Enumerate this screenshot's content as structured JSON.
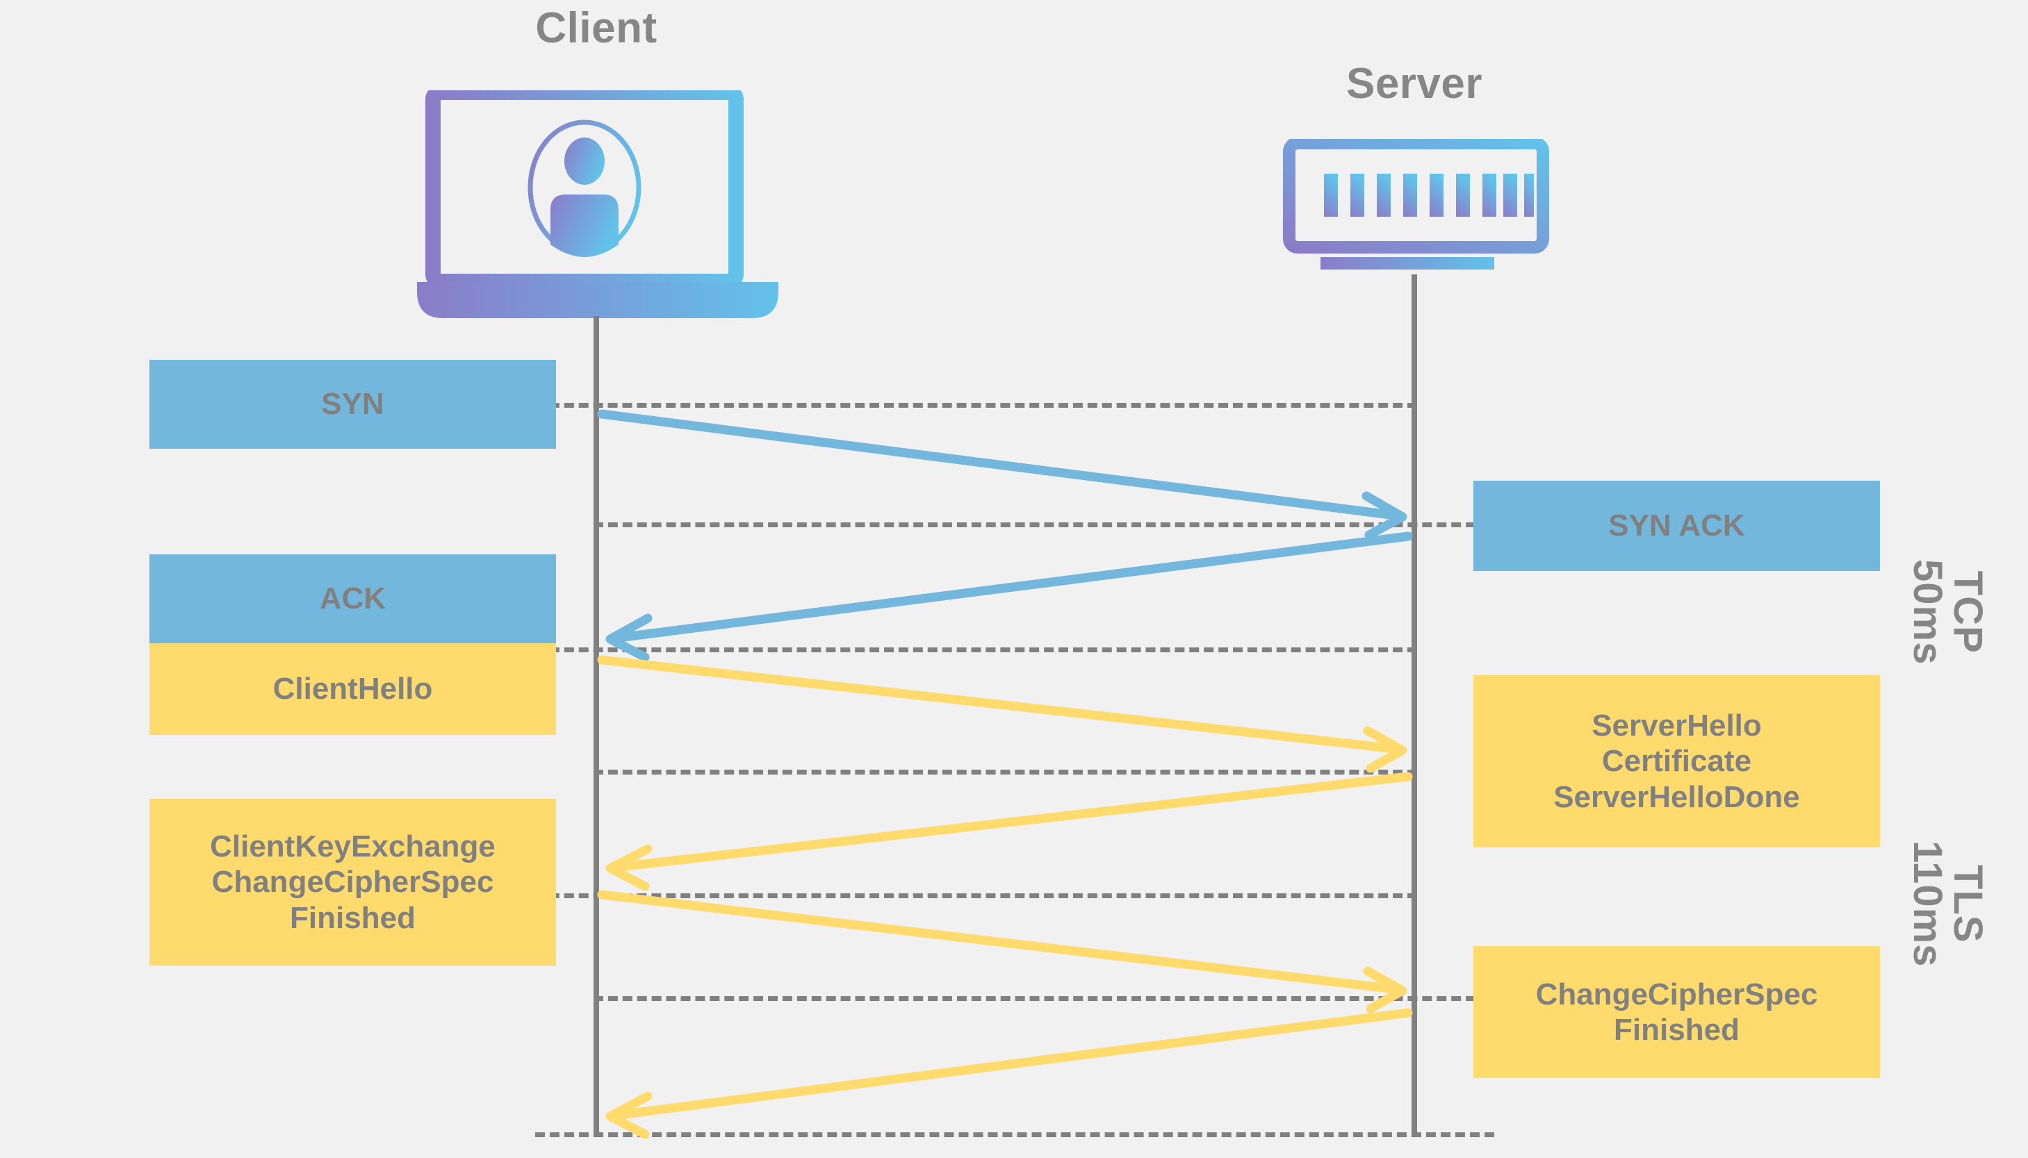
{
  "diagram": {
    "title_client": "Client",
    "title_server": "Server",
    "background_color": "#f1f1f1",
    "colors": {
      "tcp_blue": "#74b7dd",
      "tls_yellow": "#ffdb6e",
      "text_gray": "#808080",
      "line_gray": "#808080",
      "icon_gradient_start": "#8b7cc8",
      "icon_gradient_end": "#6cc0e6"
    },
    "icons": {
      "client": "laptop-user-icon",
      "server": "server-rack-icon"
    }
  },
  "messages": {
    "syn": "SYN",
    "syn_ack": "SYN ACK",
    "ack": "ACK",
    "client_hello": "ClientHello",
    "server_hello_group": "ServerHello\nCertificate\nServerHelloDone",
    "client_key_group": "ClientKeyExchange\nChangeCipherSpec\nFinished",
    "change_cipher_group": "ChangeCipherSpec\nFinished"
  },
  "phases": {
    "tcp": "TCP\n50ms",
    "tls": "TLS\n110ms"
  },
  "sequence": [
    {
      "label": "SYN",
      "from": "client",
      "to": "server",
      "protocol": "tcp"
    },
    {
      "label": "SYN ACK",
      "from": "server",
      "to": "client",
      "protocol": "tcp"
    },
    {
      "label": "ACK",
      "from": "client",
      "to": "server",
      "protocol": "tcp"
    },
    {
      "label": "ClientHello",
      "from": "client",
      "to": "server",
      "protocol": "tls"
    },
    {
      "label": "ServerHello / Certificate / ServerHelloDone",
      "from": "server",
      "to": "client",
      "protocol": "tls"
    },
    {
      "label": "ClientKeyExchange / ChangeCipherSpec / Finished",
      "from": "client",
      "to": "server",
      "protocol": "tls"
    },
    {
      "label": "ChangeCipherSpec / Finished",
      "from": "server",
      "to": "client",
      "protocol": "tls"
    }
  ]
}
